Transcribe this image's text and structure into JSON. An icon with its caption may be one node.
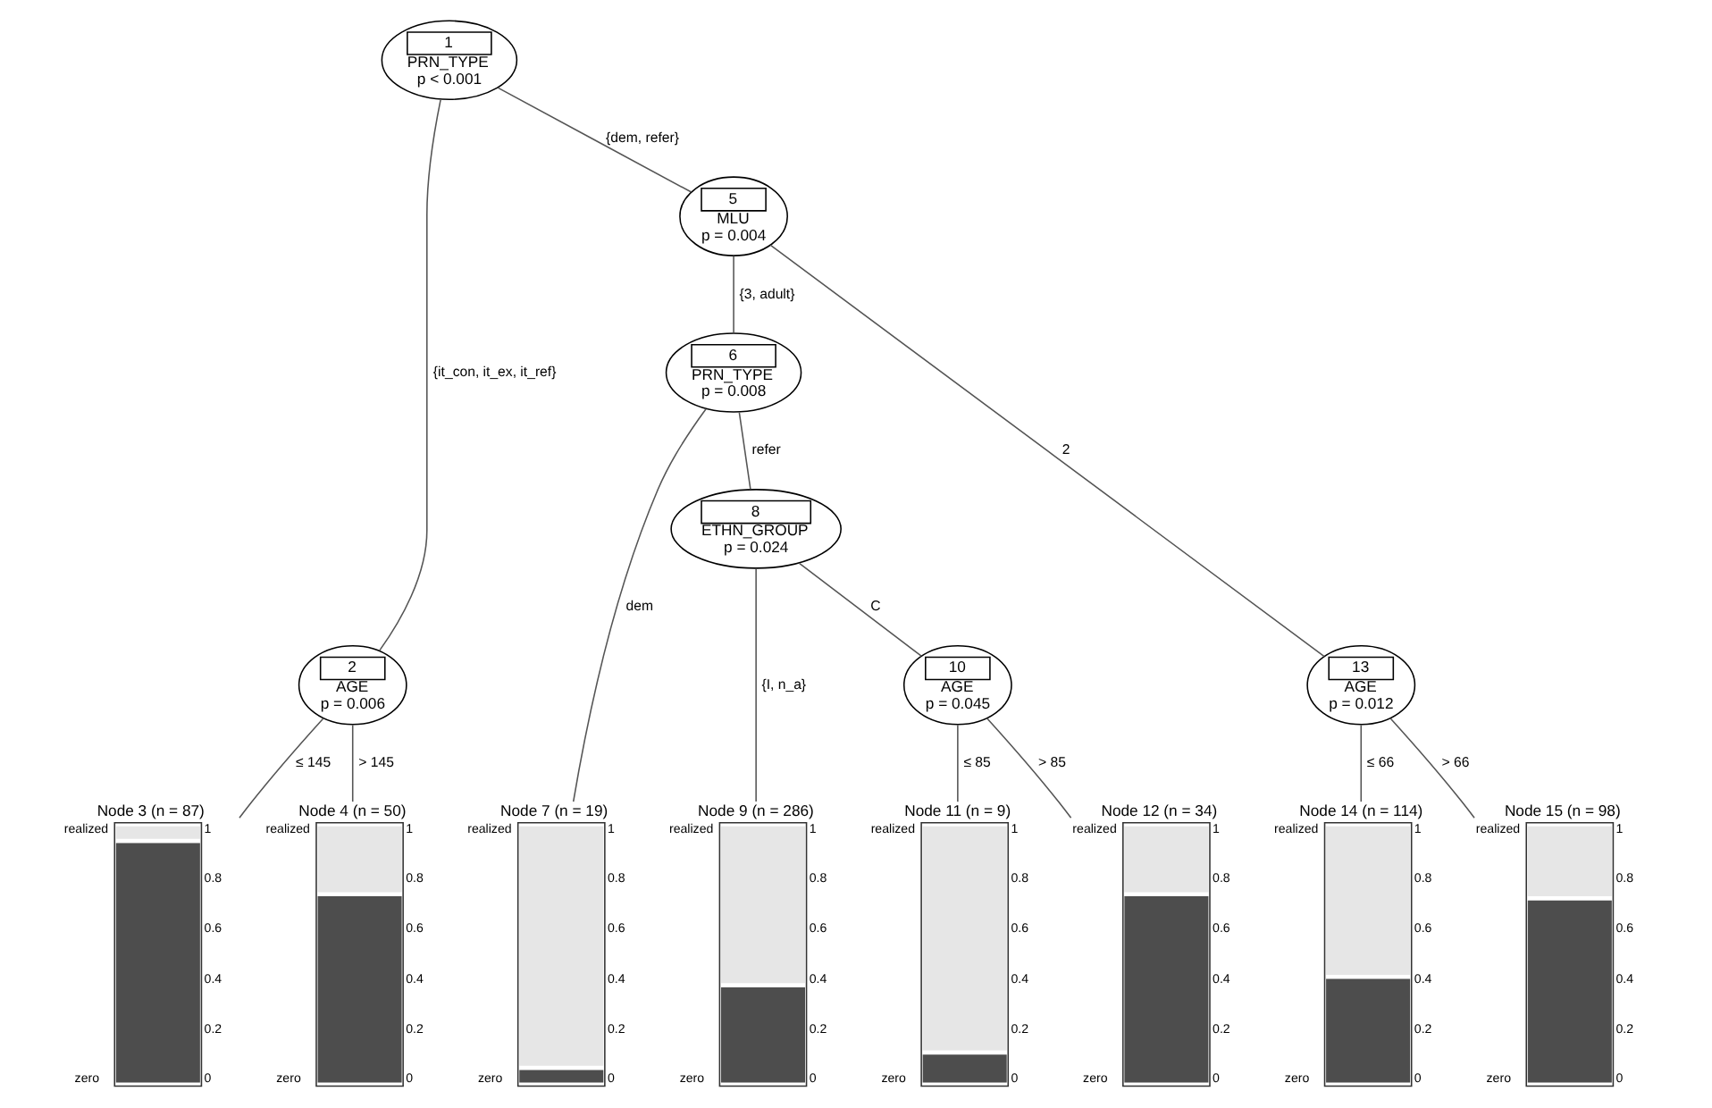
{
  "diagram": {
    "nodes": [
      {
        "text": [
          "1",
          "PRN_TYPE",
          "p < 0.001"
        ]
      },
      {
        "text": [
          "2",
          "AGE",
          "p = 0.006"
        ]
      },
      {
        "text": [
          "Node 3 (n = 87)"
        ],
        "beside": [
          "realized",
          "zero",
          "1",
          "0.8",
          "0.6",
          "0.4",
          "0.2",
          "0"
        ]
      },
      {
        "text": [
          "Node 4 (n = 50)"
        ],
        "beside": [
          "realized",
          "zero",
          "1",
          "0.8",
          "0.6",
          "0.4",
          "0.2",
          "0"
        ]
      },
      {
        "text": [
          "5",
          "MLU",
          "p = 0.004"
        ]
      },
      {
        "text": [
          "6",
          "PRN_TYPE",
          "p = 0.008"
        ]
      },
      {
        "text": [
          "Node 7 (n = 19)"
        ],
        "beside": [
          "realized",
          "zero",
          "1",
          "0.8",
          "0.6",
          "0.4",
          "0.2",
          "0"
        ]
      },
      {
        "text": [
          "8",
          "ETHN_GROUP",
          "p = 0.024"
        ]
      },
      {
        "text": [
          "Node 9 (n = 286)"
        ],
        "beside": [
          "realized",
          "zero",
          "1",
          "0.8",
          "0.6",
          "0.4",
          "0.2",
          "0"
        ]
      },
      {
        "text": [
          "10",
          "AGE",
          "p = 0.045"
        ]
      },
      {
        "text": [
          "Node 11 (n = 9)"
        ],
        "beside": [
          "realized",
          "zero",
          "1",
          "0.8",
          "0.6",
          "0.4",
          "0.2",
          "0"
        ]
      },
      {
        "text": [
          "Node 12 (n = 34)"
        ],
        "beside": [
          "realized",
          "zero",
          "1",
          "0.8",
          "0.6",
          "0.4",
          "0.2",
          "0"
        ]
      },
      {
        "text": [
          "13",
          "AGE",
          "p = 0.012"
        ]
      },
      {
        "text": [
          "Node 14 (n = 114)"
        ],
        "beside": [
          "realized",
          "zero",
          "1",
          "0.8",
          "0.6",
          "0.4",
          "0.2",
          "0"
        ]
      },
      {
        "text": [
          "Node 15 (n = 98)"
        ],
        "beside": [
          "realized",
          "zero",
          "1",
          "0.8",
          "0.6",
          "0.4",
          "0.2",
          "0"
        ]
      }
    ],
    "edges": [
      {
        "from": 0,
        "to": 1,
        "arrow": "none",
        "label": "{it_con, it_ex, it_ref}"
      },
      {
        "from": 0,
        "to": 4,
        "arrow": "none",
        "label": "{dem, refer}"
      },
      {
        "from": 1,
        "to": 2,
        "arrow": "none",
        "label": "≤ 145"
      },
      {
        "from": 1,
        "to": 3,
        "arrow": "none",
        "label": "> 145"
      },
      {
        "from": 4,
        "to": 5,
        "arrow": "none",
        "label": "{3, adult}"
      },
      {
        "from": 4,
        "to": 12,
        "arrow": "none",
        "label": "2"
      },
      {
        "from": 5,
        "to": 6,
        "arrow": "none",
        "label": "dem"
      },
      {
        "from": 5,
        "to": 7,
        "arrow": "none",
        "label": "refer"
      },
      {
        "from": 7,
        "to": 8,
        "arrow": "none",
        "label": "{I, n_a}"
      },
      {
        "from": 7,
        "to": 9,
        "arrow": "none",
        "label": "C"
      },
      {
        "from": 9,
        "to": 10,
        "arrow": "none",
        "label": "≤ 85"
      },
      {
        "from": 9,
        "to": 11,
        "arrow": "none",
        "label": "> 85"
      },
      {
        "from": 12,
        "to": 13,
        "arrow": "none",
        "label": "≤ 66"
      },
      {
        "from": 12,
        "to": 14,
        "arrow": "none",
        "label": "> 66"
      }
    ]
  }
}
